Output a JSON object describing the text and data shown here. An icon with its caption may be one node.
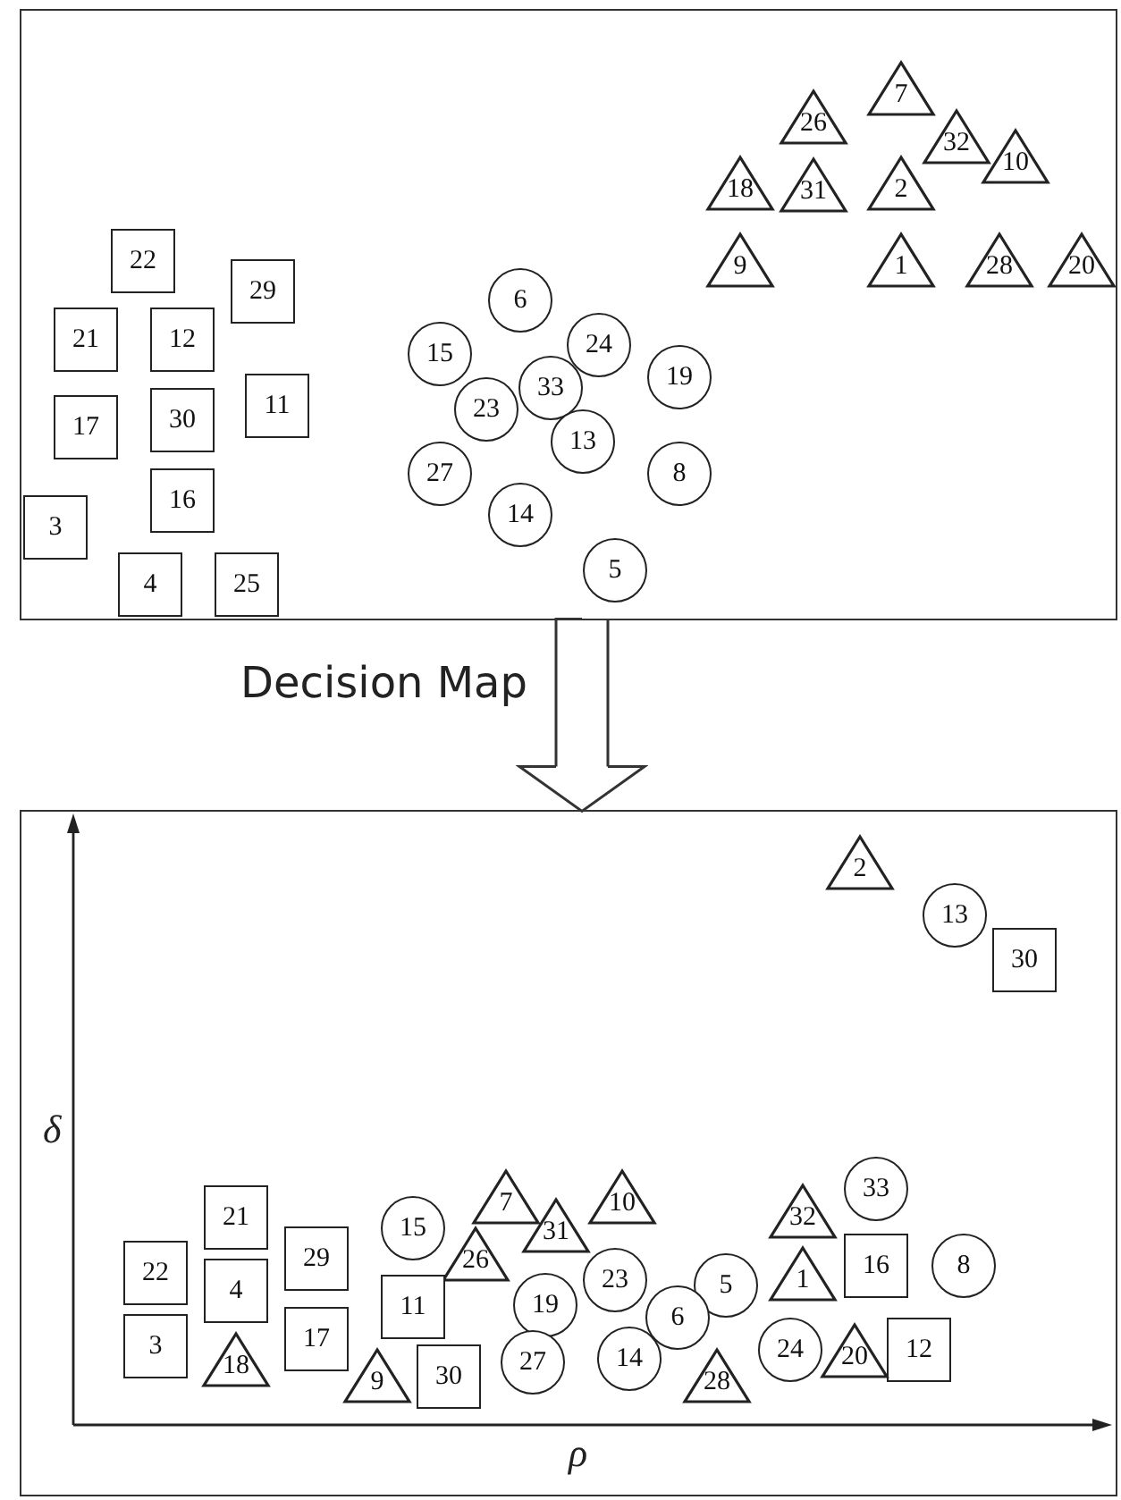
{
  "diagram": {
    "nodes": [
      {
        "text": [],
        "shape": "box"
      },
      {
        "text": [
          "7"
        ],
        "in": 0
      },
      {
        "text": [
          "26"
        ],
        "in": 0
      },
      {
        "text": [
          "32"
        ],
        "in": 0
      },
      {
        "text": [
          "10"
        ],
        "in": 0
      },
      {
        "text": [
          "18"
        ],
        "in": 0
      },
      {
        "text": [
          "31"
        ],
        "in": 0
      },
      {
        "text": [
          "2"
        ],
        "in": 0
      },
      {
        "text": [
          "22"
        ],
        "in": 0
      },
      {
        "text": [
          "9"
        ],
        "in": 0
      },
      {
        "text": [
          "1"
        ],
        "in": 0
      },
      {
        "text": [
          "28"
        ],
        "in": 0
      },
      {
        "text": [
          "20"
        ],
        "in": 0
      },
      {
        "text": [
          "29"
        ],
        "in": 0
      },
      {
        "text": [
          "6"
        ],
        "in": 0
      },
      {
        "text": [
          "21"
        ],
        "in": 0
      },
      {
        "text": [
          "12"
        ],
        "in": 0
      },
      {
        "text": [
          "24"
        ],
        "in": 0
      },
      {
        "text": [
          "15"
        ],
        "in": 0
      },
      {
        "text": [
          "19"
        ],
        "in": 0
      },
      {
        "text": [
          "33"
        ],
        "in": 0
      },
      {
        "text": [
          "11"
        ],
        "in": 0
      },
      {
        "text": [
          "23"
        ],
        "in": 0
      },
      {
        "text": [
          "30"
        ],
        "in": 0
      },
      {
        "text": [
          "17"
        ],
        "in": 0
      },
      {
        "text": [
          "13"
        ],
        "in": 0
      },
      {
        "text": [
          "27"
        ],
        "in": 0
      },
      {
        "text": [
          "8"
        ],
        "in": 0
      },
      {
        "text": [
          "16"
        ],
        "in": 0
      },
      {
        "text": [
          "14"
        ],
        "in": 0
      },
      {
        "text": [
          "3"
        ],
        "in": 0
      },
      {
        "text": [
          "5"
        ],
        "in": 0
      },
      {
        "text": [
          "4"
        ],
        "in": 0
      },
      {
        "text": [
          "25"
        ],
        "in": 0
      },
      {
        "text": [],
        "shape": "box"
      },
      {
        "text": [
          "2"
        ],
        "in": 34
      },
      {
        "text": [
          "13"
        ],
        "in": 34
      },
      {
        "text": [
          "30"
        ],
        "in": 34
      },
      {
        "text": [
          "7"
        ],
        "in": 34
      },
      {
        "text": [
          "10"
        ],
        "in": 34
      },
      {
        "text": [
          "33"
        ],
        "in": 34
      },
      {
        "text": [
          "21"
        ],
        "in": 34
      },
      {
        "text": [
          "31"
        ],
        "in": 34
      },
      {
        "text": [
          "32"
        ],
        "in": 34
      },
      {
        "text": [
          "15"
        ],
        "in": 34
      },
      {
        "text": [
          "26"
        ],
        "in": 34
      },
      {
        "text": [
          "29"
        ],
        "in": 34
      },
      {
        "text": [
          "22"
        ],
        "in": 34
      },
      {
        "text": [
          "16"
        ],
        "in": 34
      },
      {
        "text": [
          "8"
        ],
        "in": 34
      },
      {
        "text": [
          "23"
        ],
        "in": 34
      },
      {
        "text": [
          "5"
        ],
        "in": 34
      },
      {
        "text": [
          "1"
        ],
        "in": 34
      },
      {
        "text": [
          "4"
        ],
        "in": 34
      },
      {
        "text": [
          "19"
        ],
        "in": 34
      },
      {
        "text": [
          "11"
        ],
        "in": 34
      },
      {
        "text": [
          "6"
        ],
        "in": 34
      },
      {
        "text": [
          "17"
        ],
        "in": 34
      },
      {
        "text": [
          "3"
        ],
        "in": 34
      },
      {
        "text": [
          "24"
        ],
        "in": 34
      },
      {
        "text": [
          "12"
        ],
        "in": 34
      },
      {
        "text": [
          "14"
        ],
        "in": 34
      },
      {
        "text": [
          "20"
        ],
        "in": 34
      },
      {
        "text": [
          "27"
        ],
        "in": 34
      },
      {
        "text": [
          "18"
        ],
        "in": 34
      },
      {
        "text": [
          "30"
        ],
        "in": 34
      },
      {
        "text": [
          "9"
        ],
        "in": 34
      },
      {
        "text": [
          "28"
        ],
        "in": 34
      }
    ],
    "edges": [
      {
        "from": 0,
        "to": 34,
        "arrow": "to",
        "label": "Decision Map"
      }
    ],
    "labels": [
      "δ",
      "ρ"
    ]
  }
}
